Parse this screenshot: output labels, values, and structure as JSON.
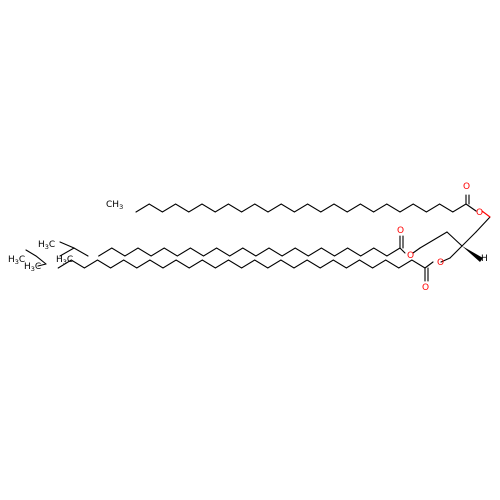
{
  "molecule": {
    "atom_labels": {
      "o_carbonyl_top": "O",
      "o_ester_top": "O",
      "o_carbonyl_mid": "O",
      "o_ester_mid": "O",
      "o_ester_low": "O",
      "o_carbonyl_low": "O",
      "h_stereo": "H",
      "ch3_top": "CH",
      "ch3_top_sub": "3",
      "ch3_mid_a": "H",
      "ch3_mid_a_sub": "3",
      "ch3_mid_a_c": "C",
      "ch3_mid_b": "H",
      "ch3_mid_b_sub": "3",
      "ch3_mid_b_c": "C",
      "ch3_low_a": "H",
      "ch3_low_a_sub": "3",
      "ch3_low_a_c": "C",
      "ch3_low_b": "H",
      "ch3_low_b_sub": "3",
      "ch3_low_b_c": "C"
    },
    "colors": {
      "bond": "#000000",
      "oxygen": "#ff0000",
      "carbon": "#000000"
    }
  }
}
